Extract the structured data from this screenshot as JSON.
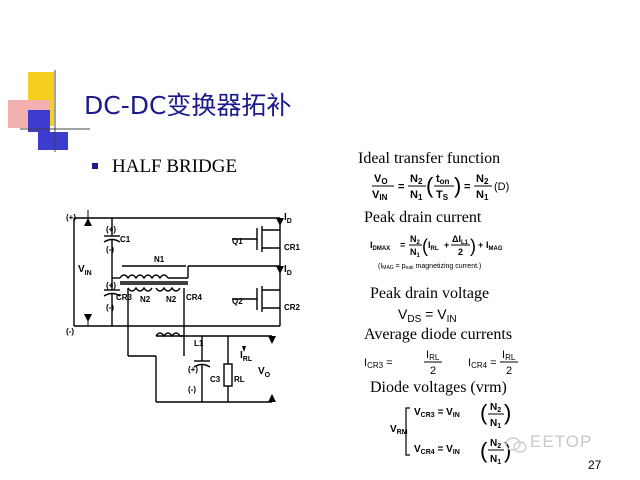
{
  "title": "DC-DC变换器拓补",
  "bullet": "HALF BRIDGE",
  "page_number": "27",
  "watermark": "EETOP",
  "headings": {
    "ideal": "Ideal transfer function",
    "peak_current": "Peak drain current",
    "peak_voltage": "Peak drain voltage",
    "avg_diode": "Average  diode currents",
    "diode_voltage": "Diode voltages (vrm)"
  },
  "equations": {
    "vo": "V",
    "vo_sub": "O",
    "vin": "V",
    "vin_sub": "IN",
    "n2": "N",
    "n2_sub": "2",
    "n1": "N",
    "n1_sub": "1",
    "ton": "t",
    "ton_sub": "on",
    "ts": "T",
    "ts_sub": "S",
    "d_label": "(D)",
    "idmax": "I",
    "idmax_sub": "DMAX",
    "irl": "I",
    "irl_sub": "RL",
    "delta_il1": "ΔI",
    "delta_il1_sub": "L1",
    "two": "2",
    "imag": "I",
    "imag_sub": "MAG",
    "imag_note": "(I",
    "imag_note_sub": "MAG",
    "imag_note_rest": " = p",
    "imag_note_sub2": "eak",
    "imag_note_rest2": " magnetizing current.)",
    "vds": "V",
    "vds_sub": "DS",
    "vin2": "V",
    "vin2_sub": "IN",
    "icr3": "I",
    "icr3_sub": "CR3",
    "icr4": "I",
    "icr4_sub": "CR4",
    "vrm": "V",
    "vrm_sub": "RM",
    "vcr3": "V",
    "vcr3_sub": "CR3",
    "vcr4": "V",
    "vcr4_sub": "CR4"
  },
  "circuit": {
    "plus_top": "(+)",
    "minus_bottom": "(-)",
    "vin": "V",
    "vin_sub": "IN",
    "c1": "C1",
    "c1_plus": "(+)",
    "c1_minus": "(-)",
    "cr3": "CR3",
    "cr3_plus": "(+)",
    "cr3_minus": "(-)",
    "n1": "N1",
    "n2a": "N2",
    "n2b": "N2",
    "cr4": "CR4",
    "q1": "Q1",
    "q2": "Q2",
    "cr1": "CR1",
    "cr2": "CR2",
    "id1": "I",
    "id1_sub": "D",
    "id2": "I",
    "id2_sub": "D",
    "l1": "L1",
    "irl": "I",
    "irl_sub": "RL",
    "c3": "C3",
    "c3_plus": "(+)",
    "c3_minus": "(-)",
    "rl": "RL",
    "vo": "V",
    "vo_sub": "O"
  },
  "colors": {
    "title": "#1a1a8c",
    "accent_yellow": "#f5d020",
    "accent_blue": "#3c3cd0",
    "accent_red": "#e25656"
  }
}
